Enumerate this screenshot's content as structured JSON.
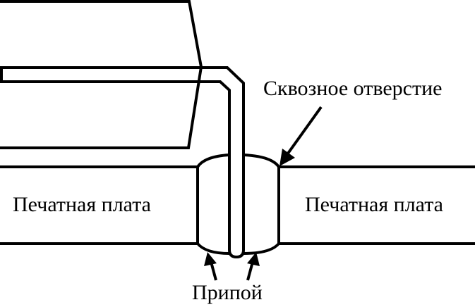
{
  "labels": {
    "through_hole": "Сквозное отверстие",
    "board_left": "Печатная плата",
    "board_right": "Печатная плата",
    "solder": "Припой"
  },
  "colors": {
    "line": "#000000",
    "background": "#ffffff"
  }
}
